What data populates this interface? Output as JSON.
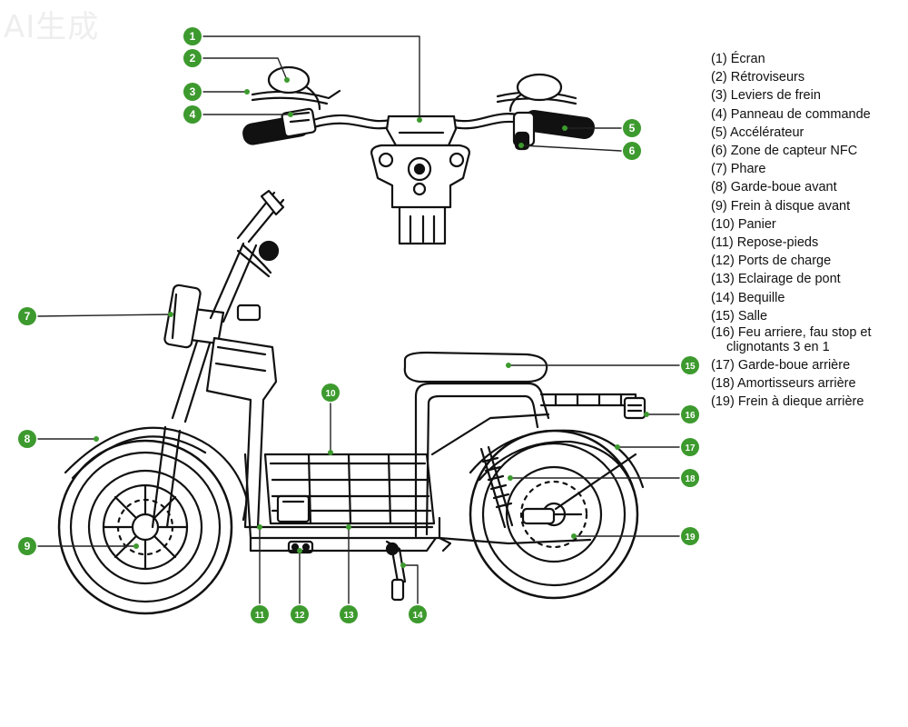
{
  "watermark": "AI生成",
  "colors": {
    "marker": "#3d9a2e",
    "stroke": "#111111",
    "marker_text": "#ffffff"
  },
  "callouts": [
    {
      "n": "1"
    },
    {
      "n": "2"
    },
    {
      "n": "3"
    },
    {
      "n": "4"
    },
    {
      "n": "5"
    },
    {
      "n": "6"
    },
    {
      "n": "7"
    },
    {
      "n": "8"
    },
    {
      "n": "9"
    },
    {
      "n": "10"
    },
    {
      "n": "11"
    },
    {
      "n": "12"
    },
    {
      "n": "13"
    },
    {
      "n": "14"
    },
    {
      "n": "15"
    },
    {
      "n": "16"
    },
    {
      "n": "17"
    },
    {
      "n": "18"
    },
    {
      "n": "19"
    }
  ],
  "legend": [
    "(1) Écran",
    "(2) Rétroviseurs",
    "(3) Leviers de frein",
    "(4) Panneau de commande",
    "(5) Accélérateur",
    "(6) Zone de capteur NFC",
    "(7) Phare",
    "(8) Garde-boue avant",
    "(9) Frein à disque avant",
    "(10) Panier",
    "(11) Repose-pieds",
    "(12) Ports de charge",
    "(13) Eclairage de pont",
    "(14) Bequille",
    "(15) Salle",
    "(16) Feu arriere, fau stop et clignotants 3 en 1",
    "(17) Garde-boue arrière",
    "(18) Amortisseurs arrière",
    "(19) Frein à dieque arrière"
  ]
}
